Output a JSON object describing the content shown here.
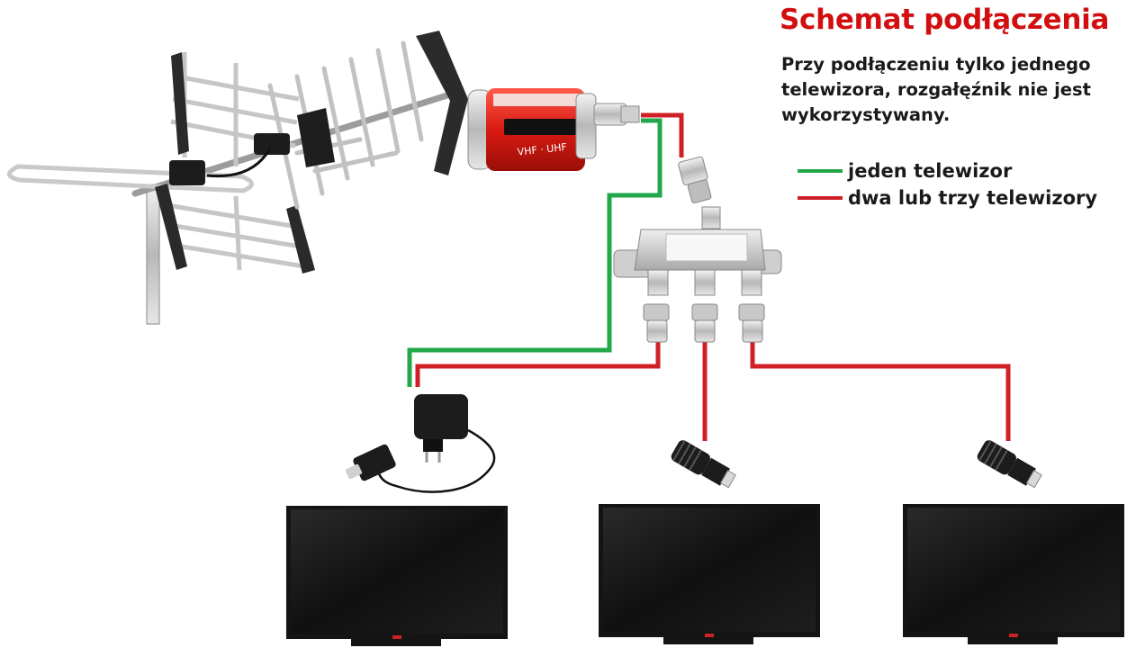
{
  "diagram": {
    "title": "Schemat podłączenia",
    "note_lines": [
      "Przy podłączeniu tylko jednego",
      "telewizora, rozgałęźnik nie jest",
      "wykorzystywany."
    ],
    "legend": [
      {
        "label": "jeden telewizor",
        "color": "#22a74a"
      },
      {
        "label": "dwa lub trzy telewizory",
        "color": "#d02027"
      }
    ],
    "amplifier_text": [
      "VHF · UHF"
    ],
    "colors": {
      "green_wire": "#22a74a",
      "red_wire": "#d02027",
      "amplifier_red": "#e0241b",
      "tv_bezel": "#141414",
      "metal": "#c8c8c8"
    }
  }
}
